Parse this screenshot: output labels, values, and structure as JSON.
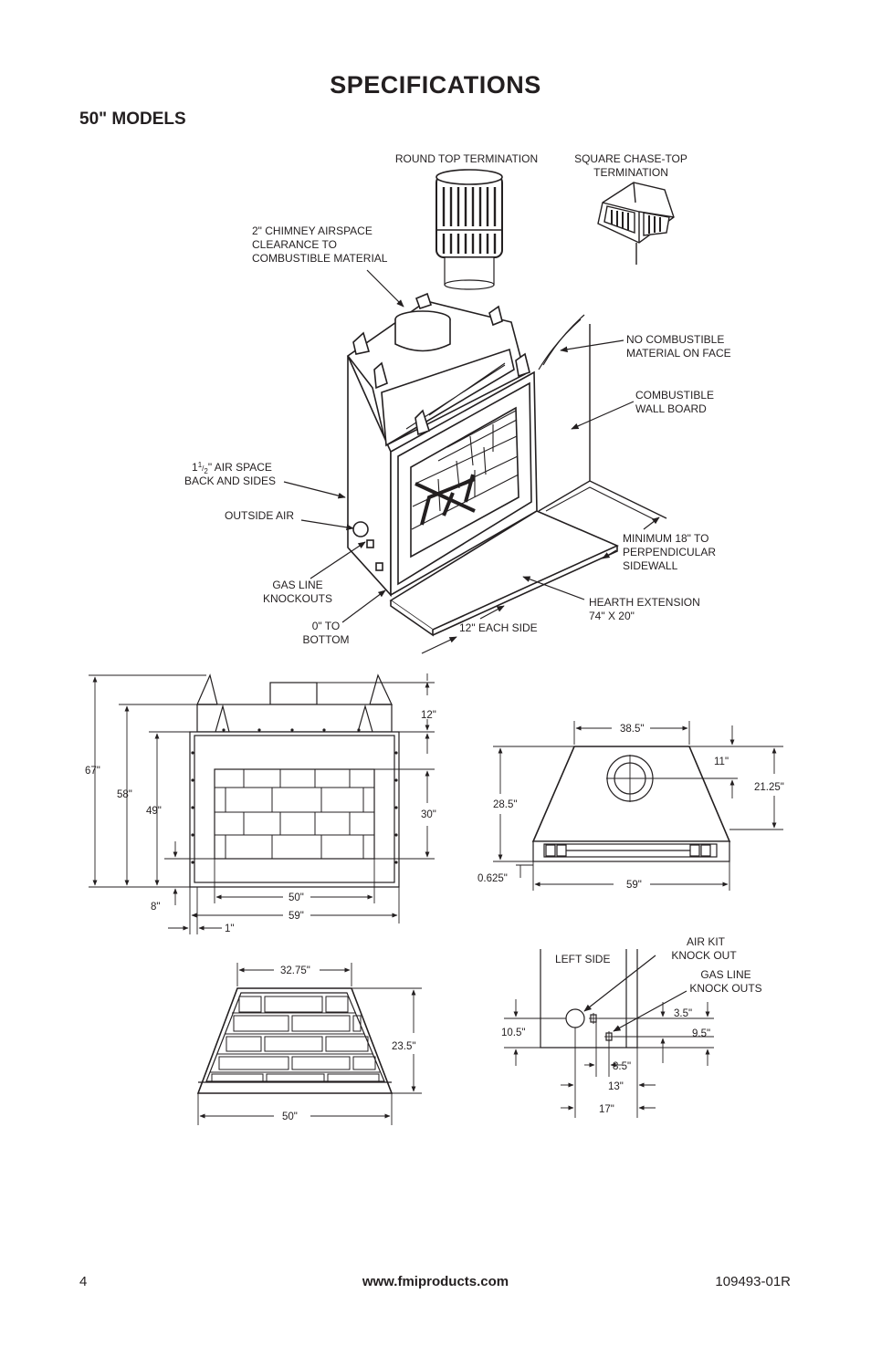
{
  "page": {
    "title": "SPECIFICATIONS",
    "subtitle": "50\" MODELS",
    "page_number": "4",
    "website": "www.fmiproducts.com",
    "doc_number": "109493-01R"
  },
  "callouts": {
    "round_top": "ROUND TOP TERMINATION",
    "square_top_1": "SQUARE CHASE-TOP",
    "square_top_2": "TERMINATION",
    "chimney_1": "2\" CHIMNEY AIRSPACE",
    "chimney_2": "CLEARANCE TO",
    "chimney_3": "COMBUSTIBLE MATERIAL",
    "no_comb_1": "NO COMBUSTIBLE",
    "no_comb_2": "MATERIAL ON FACE",
    "wallboard_1": "COMBUSTIBLE",
    "wallboard_2": "WALL BOARD",
    "airspace_whole": "1",
    "airspace_frac_num": "1",
    "airspace_frac_den": "2",
    "airspace_1_rest": "\" AIR SPACE",
    "airspace_2": "BACK AND SIDES",
    "outside_air": "OUTSIDE AIR",
    "min18_1": "MINIMUM 18\" TO",
    "min18_2": "PERPENDICULAR",
    "min18_3": "SIDEWALL",
    "gasline_1": "GAS LINE",
    "gasline_2": "KNOCKOUTS",
    "hearth_1": "HEARTH EXTENSION",
    "hearth_2": "74\" X 20\"",
    "zero_1": "0\" TO",
    "zero_2": "BOTTOM",
    "each_side": "12\" EACH SIDE"
  },
  "front_view": {
    "h67": "67\"",
    "h58": "58\"",
    "h49": "49\"",
    "h8": "8\"",
    "h12": "12\"",
    "h30": "30\"",
    "w50": "50\"",
    "w59": "59\"",
    "w1": "1\""
  },
  "top_view": {
    "w38_5": "38.5\"",
    "d11": "11\"",
    "d21_25": "21.25\"",
    "d28_5": "28.5\"",
    "d0_625": "0.625\"",
    "w59": "59\""
  },
  "firebox_view": {
    "w32_75": "32.75\"",
    "h23_5": "23.5\"",
    "w50": "50\""
  },
  "side_view": {
    "left_side": "LEFT SIDE",
    "airkit_1": "AIR KIT",
    "airkit_2": "KNOCK OUT",
    "gas_1": "GAS LINE",
    "gas_2": "KNOCK OUTS",
    "h10_5": "10.5\"",
    "h3_5": "3.5\"",
    "h9_5": "9.5\"",
    "w8_5": "8.5\"",
    "w13": "13\"",
    "w17": "17\""
  }
}
